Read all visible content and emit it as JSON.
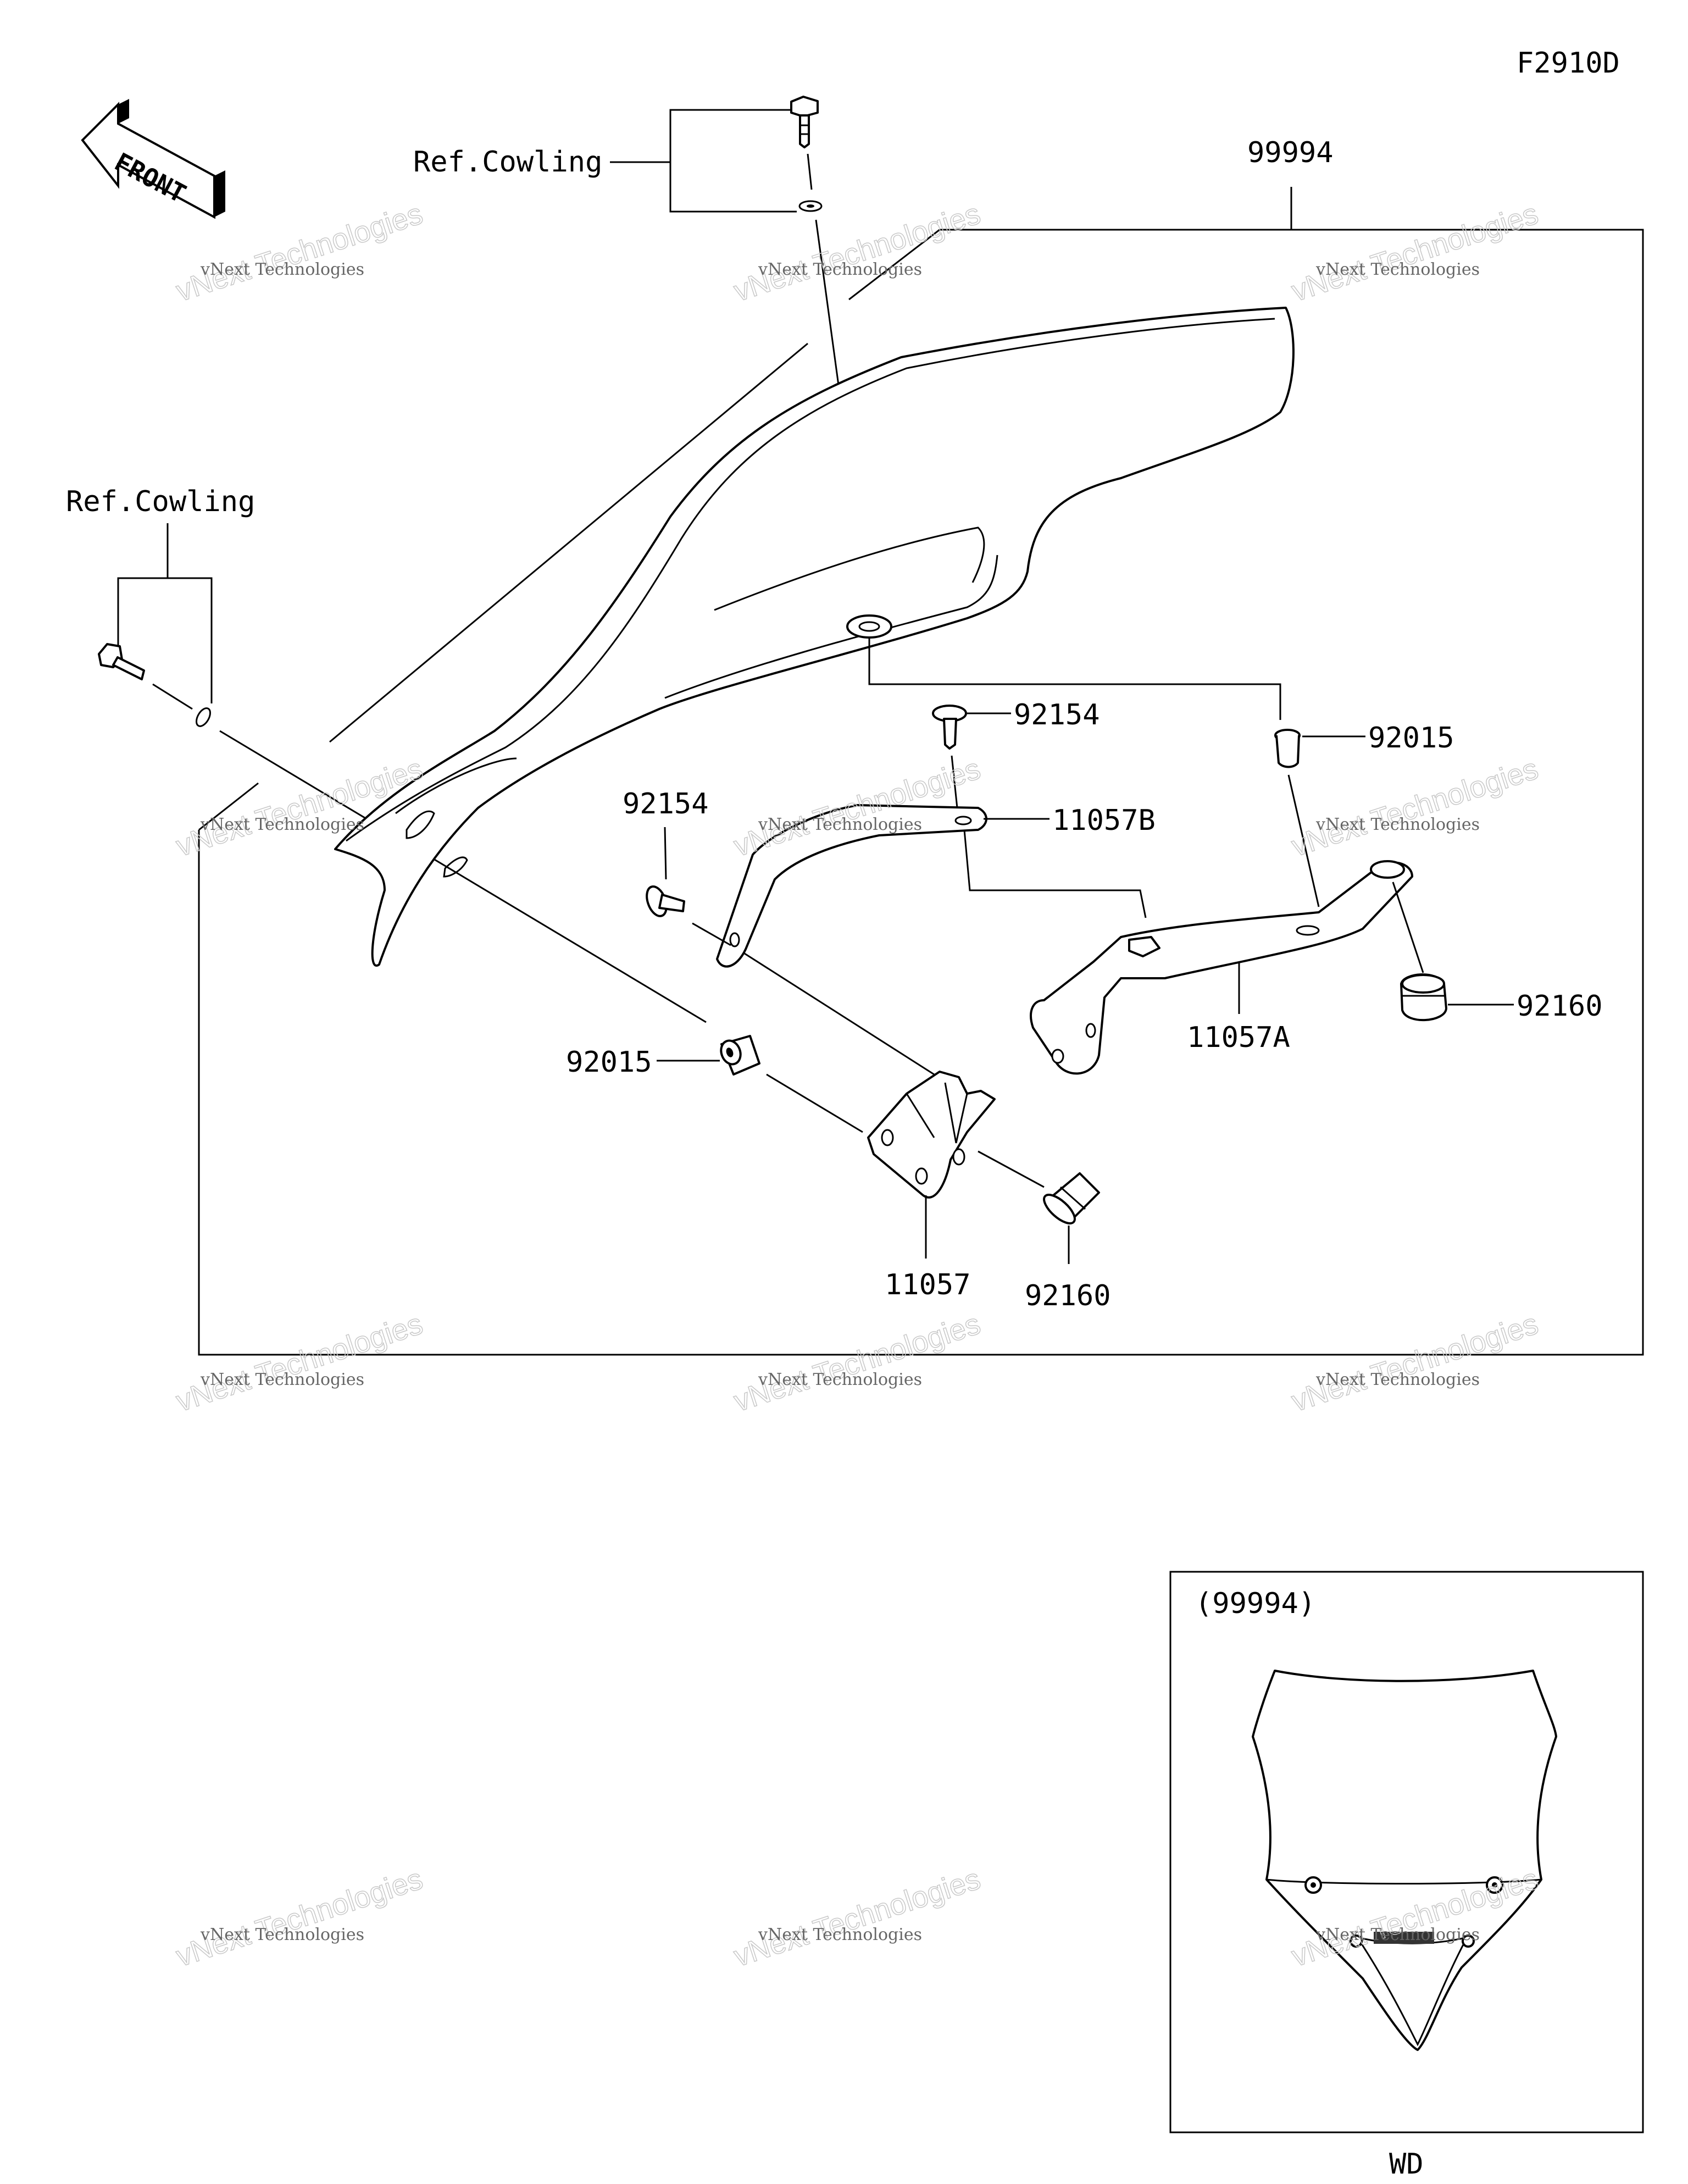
{
  "diagram_id": "F2910D",
  "front_arrow_label": "FRONT",
  "kit_part_number": "99994",
  "ref_labels": [
    "Ref.Cowling",
    "Ref.Cowling"
  ],
  "parts": [
    {
      "number": "92154",
      "position": "upper"
    },
    {
      "number": "92015",
      "position": "upper-right"
    },
    {
      "number": "11057B"
    },
    {
      "number": "92154",
      "position": "left"
    },
    {
      "number": "11057A"
    },
    {
      "number": "92160",
      "position": "right"
    },
    {
      "number": "92015",
      "position": "left"
    },
    {
      "number": "11057"
    },
    {
      "number": "92160",
      "position": "lower"
    }
  ],
  "inset": {
    "label": "(99994)",
    "caption": "WD"
  },
  "watermark": {
    "line1": "vNext Technologies",
    "line2": "vNext Technologies"
  }
}
